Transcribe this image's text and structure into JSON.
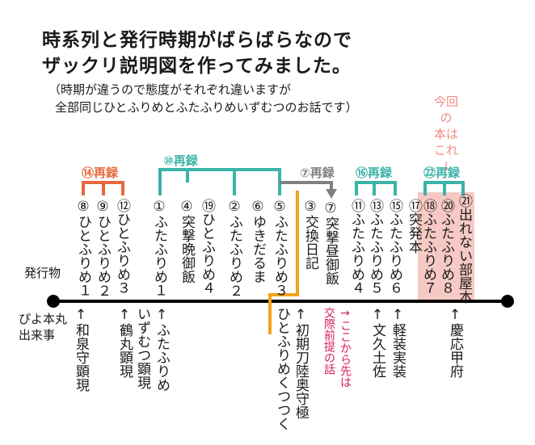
{
  "title_line1": "時系列と発行時期がばらばらなので",
  "title_line2": "ザックリ説明図を作ってみました。",
  "note_line1": "（時期が違うので態度がそれぞれ違いますが",
  "note_line2": "全部同じひとふりめとふたふりめいずむつのお話です）",
  "current_note": [
    "今回の",
    "本は",
    "これ",
    "↓"
  ],
  "groups": {
    "g14": "⑭再録",
    "g10": "⑩再録",
    "g7": "⑦再録",
    "g16": "⑯再録",
    "g22": "㉒再録"
  },
  "publications_label": "発行物",
  "publications": [
    "⑧ひとふりめ１",
    "⑨ひとふりめ２",
    "⑫ひとふりめ３",
    "①ふたふりめ１",
    "④突撃晩御飯",
    "⑲ひとふりめ４",
    "②ふたふりめ２",
    "⑥ゆきだるま",
    "⑤ふたふりめ３",
    "③交換日記",
    "⑦突撃昼御飯",
    "⑪ふたふりめ４",
    "⑬ふたふりめ５",
    "⑮ふたふりめ６",
    "⑰突発本",
    "⑱ふたふりめ７",
    "⑳ふたふりめ８",
    "㉑出れない部屋本"
  ],
  "timeline_start": [
    "ぴよ本丸",
    "出来事"
  ],
  "events": [
    "↑和泉守顕現",
    "↑鶴丸顕現",
    "いずむつ顕現",
    "↑ふたふりめ",
    "ひとふりめくつつく",
    "↑初期刀陸奥守極",
    "↑文久土佐",
    "↑軽装実装",
    "↑慶応甲府"
  ],
  "divider_note": "→ここから先は",
  "divider_note2": "交際前提の話",
  "colors": {
    "group_red": "#e8683c",
    "group_teal": "#3bb3a8",
    "group_gray": "#808080",
    "divider_orange": "#f2a31b",
    "note_red": "#d81b60",
    "current_pink": "#f08c82",
    "current_bg": "#f6c9c4"
  }
}
